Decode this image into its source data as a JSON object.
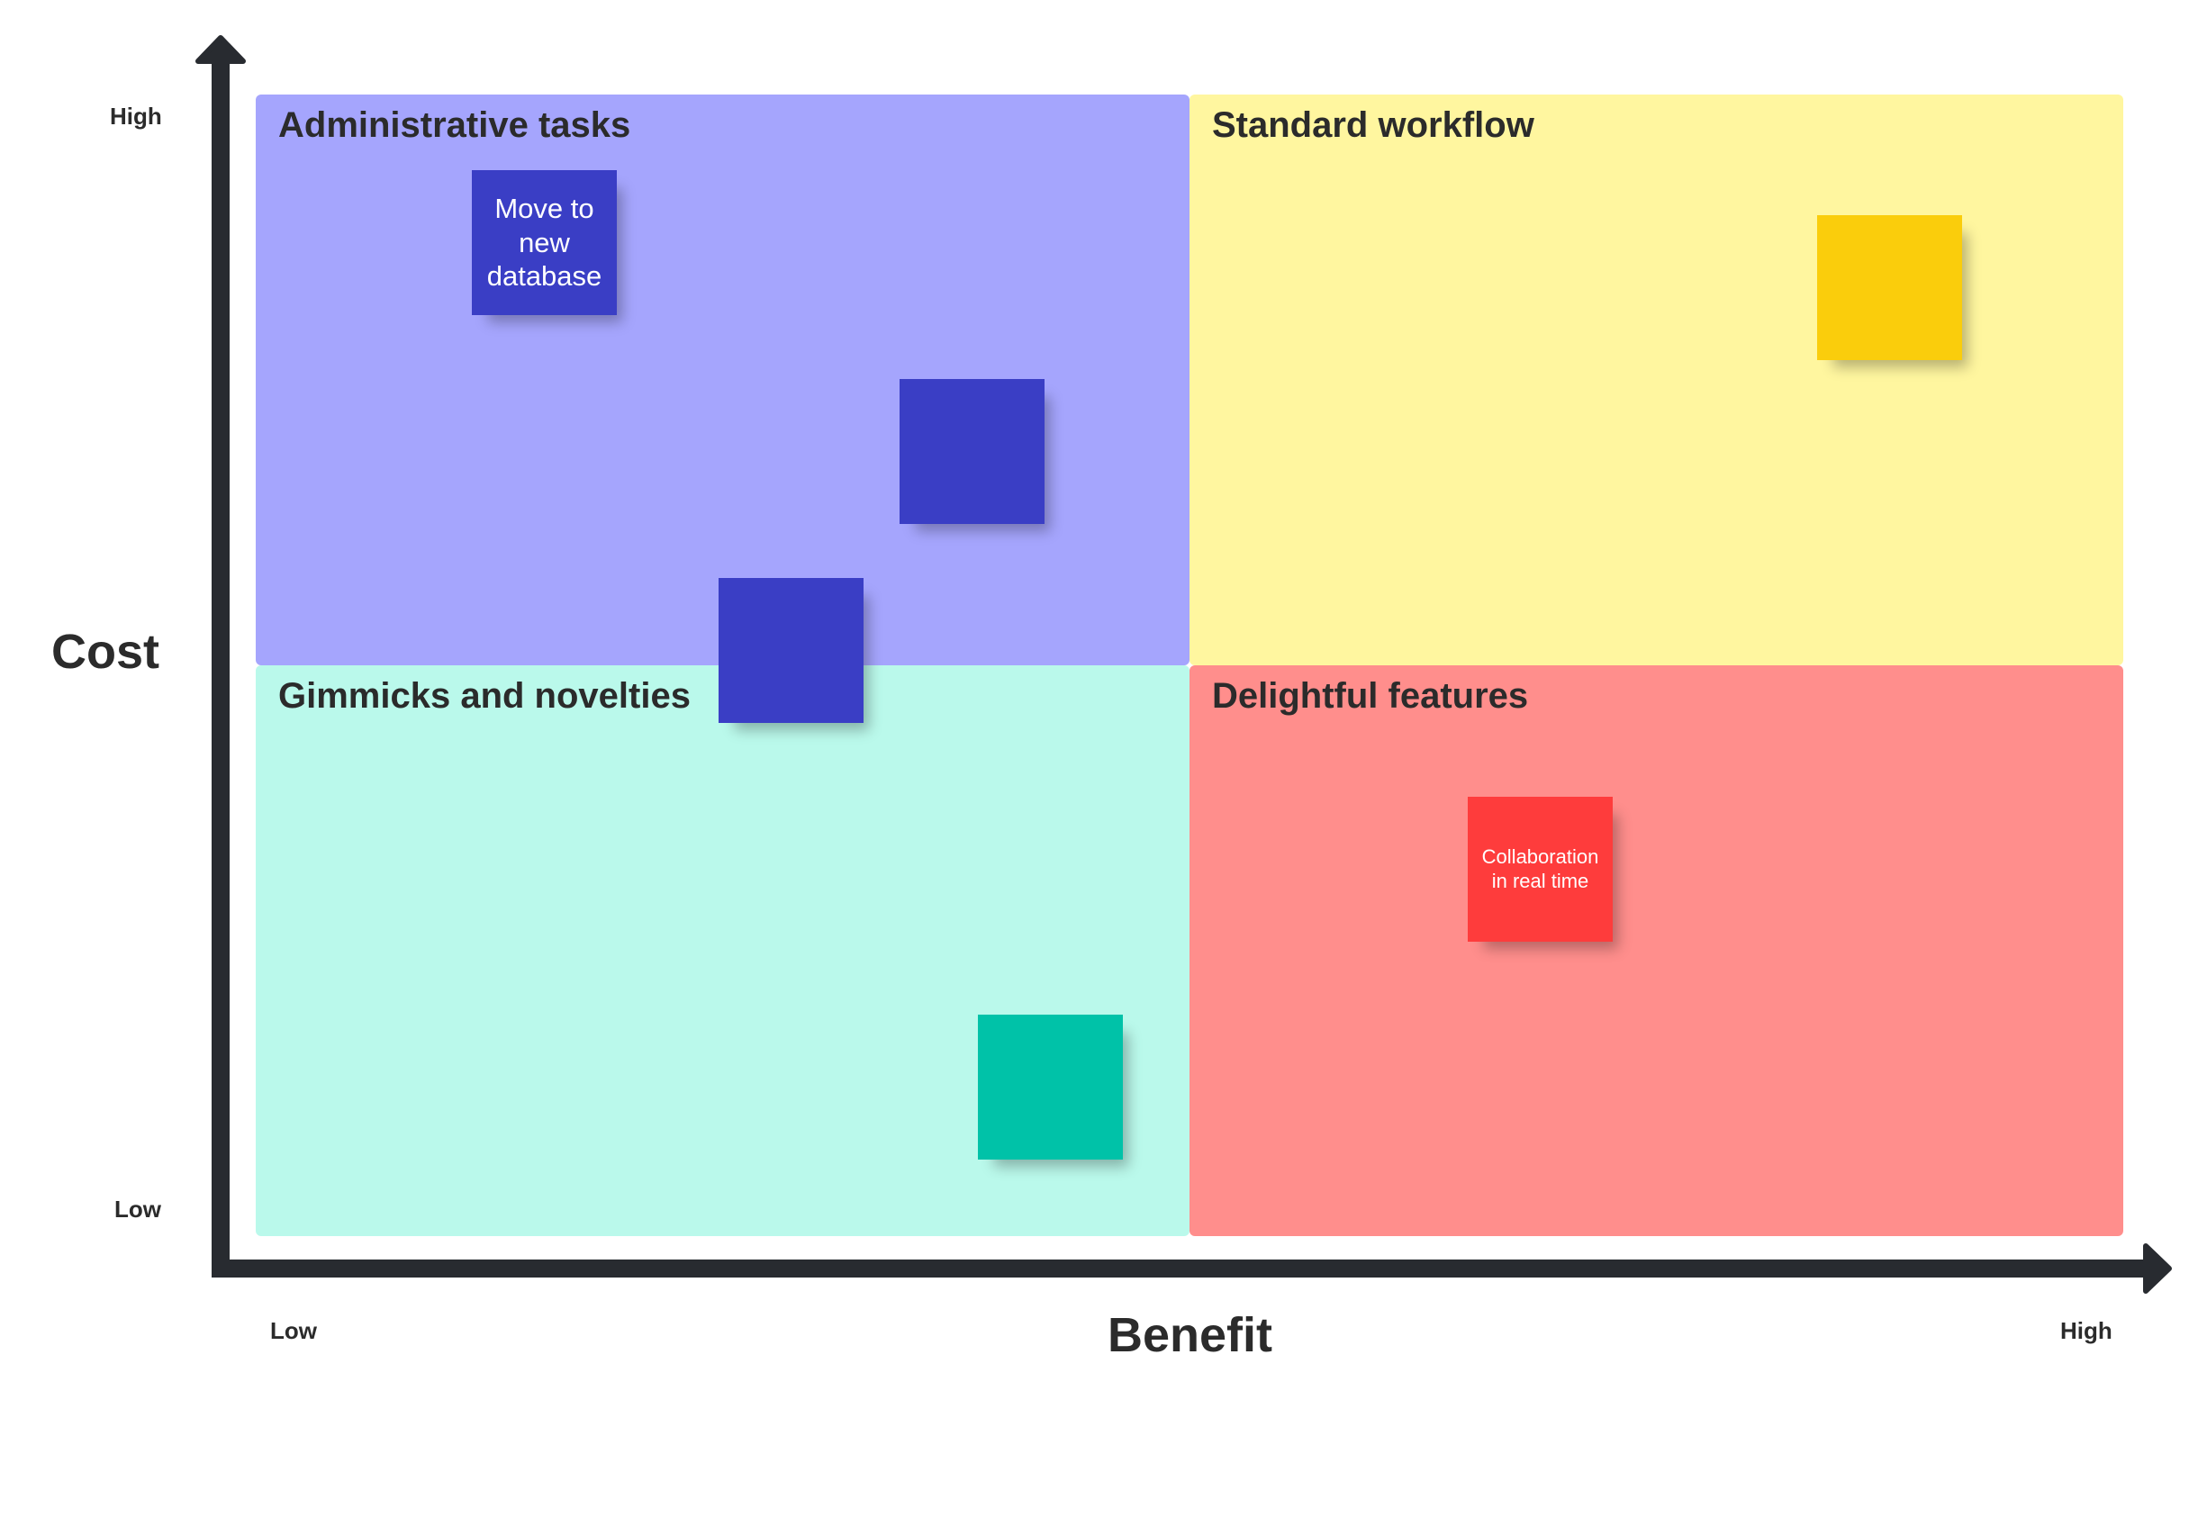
{
  "colors": {
    "axis": "#282b30",
    "text": "#2b2b2b",
    "note_text": "#ffffff"
  },
  "axes": {
    "x_title": "Benefit",
    "y_title": "Cost",
    "x_low": "Low",
    "x_high": "High",
    "y_low": "Low",
    "y_high": "High"
  },
  "quadrants": [
    {
      "id": "admin",
      "title": "Administrative tasks",
      "color": "#a5a5fd"
    },
    {
      "id": "standard",
      "title": "Standard workflow",
      "color": "#fff69f"
    },
    {
      "id": "gimmicks",
      "title": "Gimmicks and novelties",
      "color": "#baf9eb"
    },
    {
      "id": "delight",
      "title": "Delightful features",
      "color": "#ff8e8c"
    }
  ],
  "notes": [
    {
      "text": "Move to new database",
      "color": "#3a3ec5",
      "quadrant": "Administrative tasks"
    },
    {
      "text": "",
      "color": "#3a3ec5",
      "quadrant": "Administrative tasks"
    },
    {
      "text": "",
      "color": "#3a3ec5",
      "quadrant": "Administrative tasks"
    },
    {
      "text": "",
      "color": "#facd0c",
      "quadrant": "Standard workflow"
    },
    {
      "text": "Collaboration in real time",
      "color": "#fe3c3c",
      "quadrant": "Delightful features"
    },
    {
      "text": "",
      "color": "#00c2a8",
      "quadrant": "Gimmicks and novelties"
    }
  ]
}
